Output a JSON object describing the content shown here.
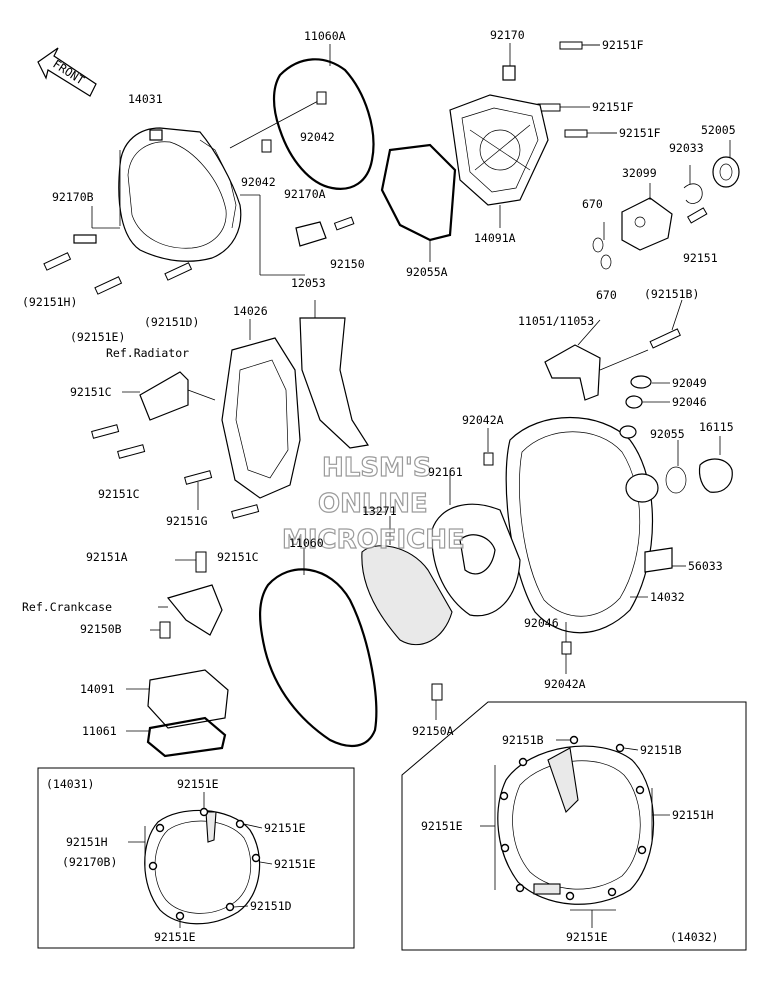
{
  "watermark": {
    "line1": "HLSM'S",
    "line2": "ONLINE",
    "line3": "MICROFICHE"
  },
  "front_arrow": {
    "label": "FRONT"
  },
  "labels": {
    "p11060A": "11060A",
    "p92170": "92170",
    "p92151F_1": "92151F",
    "p92151F_2": "92151F",
    "p92151F_3": "92151F",
    "p14031": "14031",
    "p92042_a": "92042",
    "p92042_b": "92042",
    "p52005": "52005",
    "p92033": "92033",
    "p32099": "32099",
    "p92170B": "92170B",
    "p92170A": "92170A",
    "p670_1": "670",
    "p670_2": "670",
    "p14091A": "14091A",
    "p92055A": "92055A",
    "p92150": "92150",
    "p92151": "92151",
    "p92151H_paren": "(92151H)",
    "p92151E_paren": "(92151E)",
    "p92151D_paren": "(92151D)",
    "p12053": "12053",
    "p92151B_paren": "(92151B)",
    "p14026": "14026",
    "p11051_11053": "11051/11053",
    "ref_radiator": "Ref.Radiator",
    "p92049": "92049",
    "p92046_1": "92046",
    "p92151C_1": "92151C",
    "p92042A_1": "92042A",
    "p92055": "92055",
    "p16115": "16115",
    "p92151C_2": "92151C",
    "p92161": "92161",
    "p13271": "13271",
    "p92151G": "92151G",
    "p92151A": "92151A",
    "p92151C_3": "92151C",
    "p11060": "11060",
    "p56033": "56033",
    "ref_crankcase": "Ref.Crankcase",
    "p14032": "14032",
    "p92150B": "92150B",
    "p92046_2": "92046",
    "p14091": "14091",
    "p92042A_2": "92042A",
    "p11061": "11061",
    "p92150A": "92150A"
  },
  "inset_left": {
    "title": "(14031)",
    "labels": {
      "top": "92151E",
      "h": "92151H",
      "b170": "(92170B)",
      "e_r1": "92151E",
      "e_r2": "92151E",
      "d": "92151D",
      "e_bottom": "92151E"
    }
  },
  "inset_right": {
    "title": "(14032)",
    "labels": {
      "b_left": "92151B",
      "b_right": "92151B",
      "e_left": "92151E",
      "h_right": "92151H",
      "e_bottom": "92151E"
    }
  }
}
